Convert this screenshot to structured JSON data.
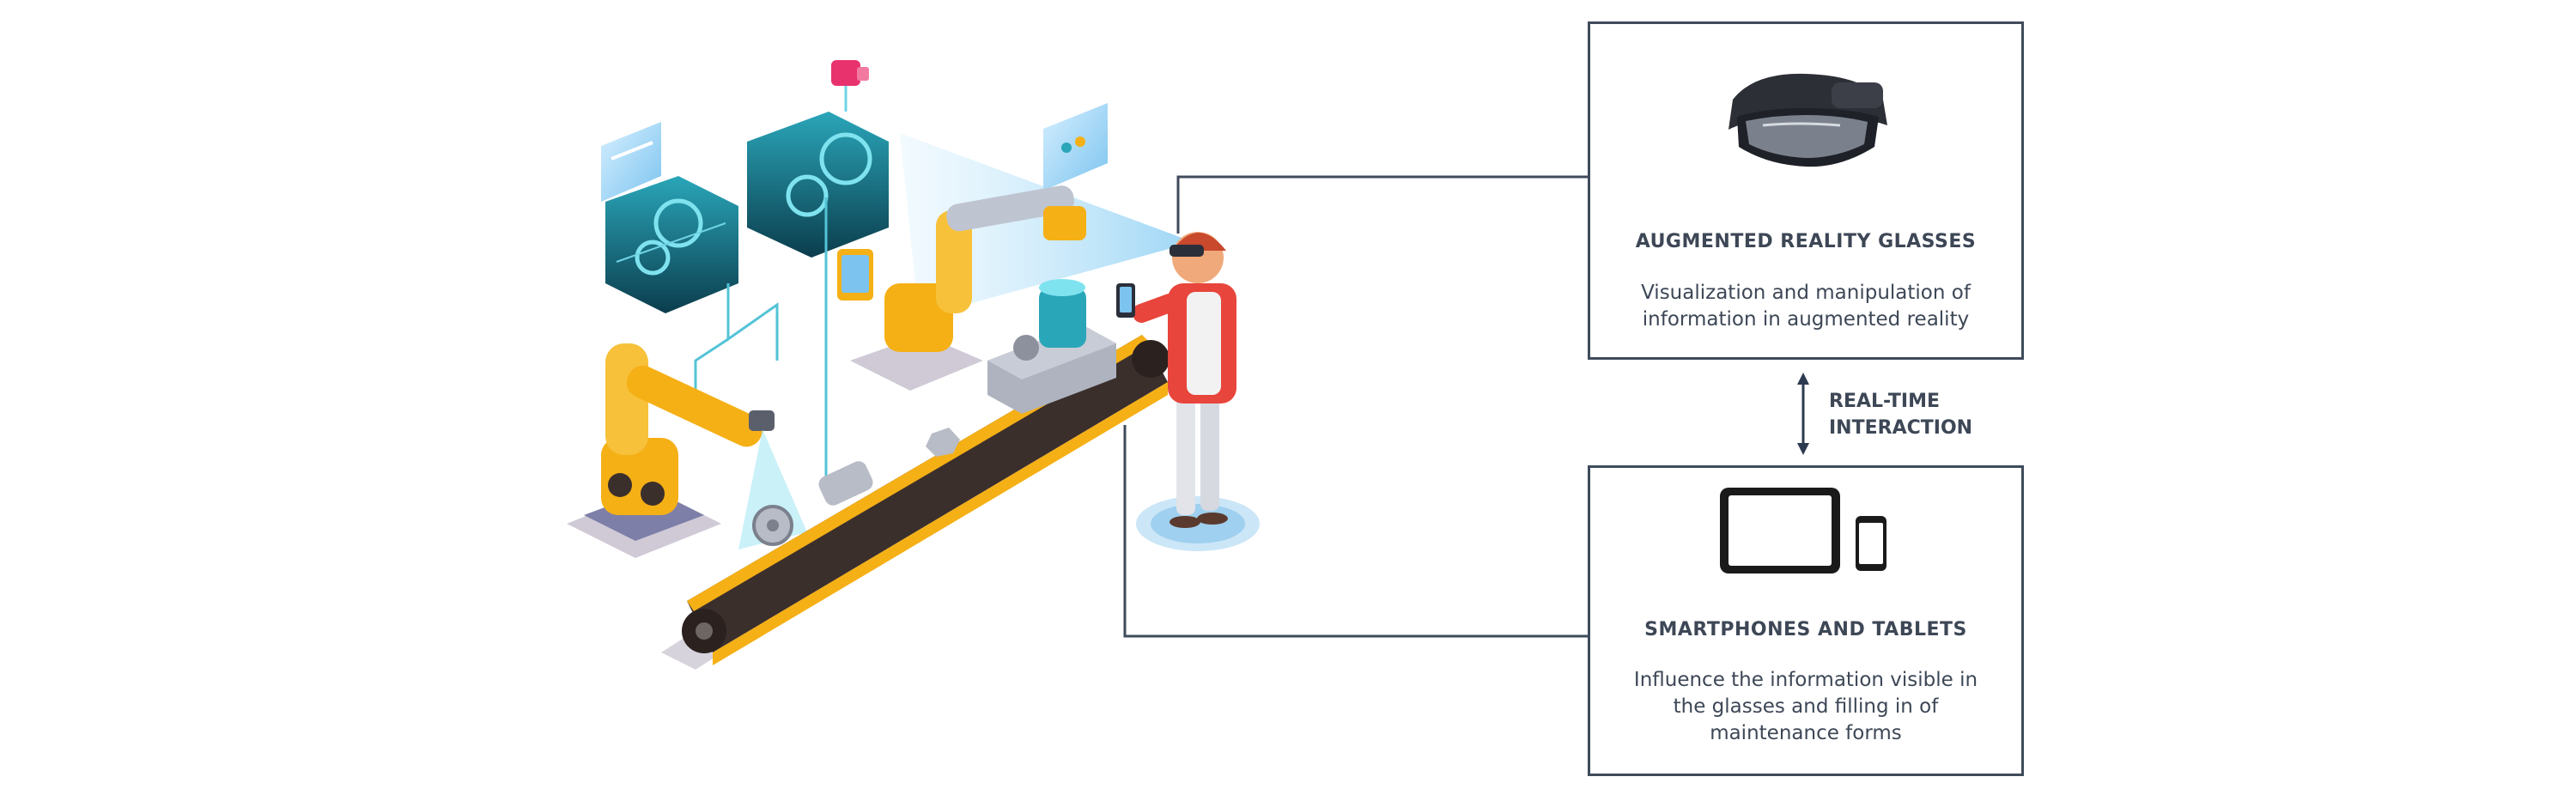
{
  "ar_glasses_card": {
    "title": "AUGMENTED REALITY GLASSES",
    "description": "Visualization and manipulation of information in augmented reality"
  },
  "interaction": {
    "label": "REAL-TIME\nINTERACTION"
  },
  "devices_card": {
    "title": "SMARTPHONES AND TABLETS",
    "description": "Influence the information visible in the glasses and filling in of maintenance forms"
  },
  "colors": {
    "line": "#3f4b5b",
    "robot": "#f5b016",
    "conveyor": "#3b2f2c",
    "hologram": "#1f8fa5",
    "accent_pink": "#e8326e",
    "worker_shirt": "#e8453c"
  }
}
